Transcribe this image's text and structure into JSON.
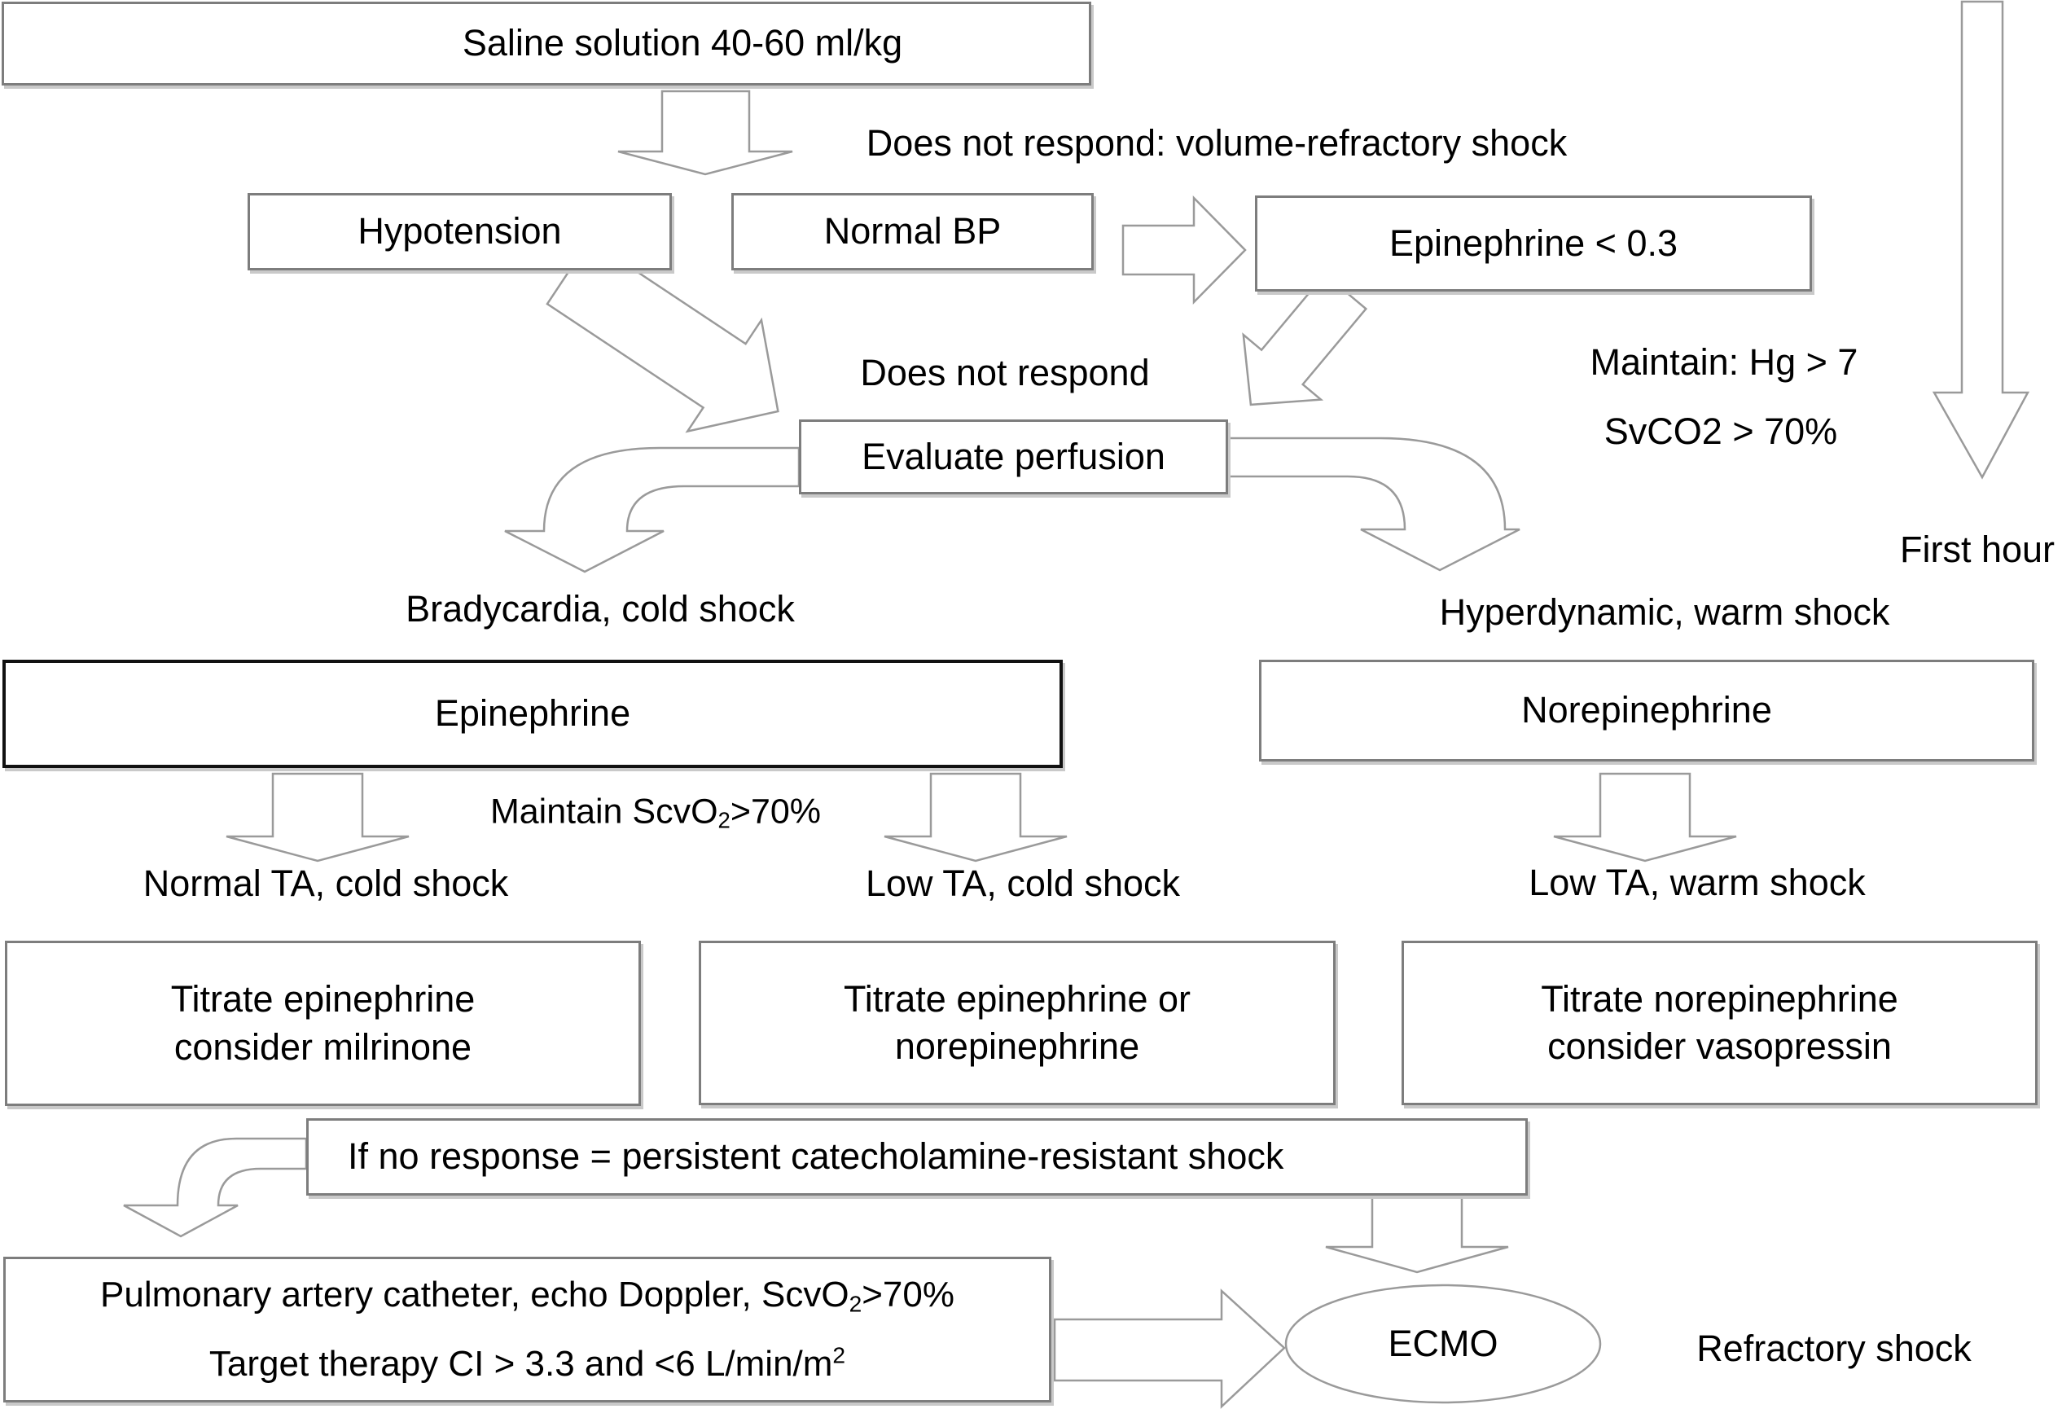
{
  "diagram": {
    "saline": "Saline solution 40-60 ml/kg",
    "volume_refractory": "Does not respond: volume-refractory shock",
    "hypotension": "Hypotension",
    "normal_bp": "Normal BP",
    "epinephrine_dose": "Epinephrine < 0.3",
    "maintain_line1": "Maintain: Hg > 7",
    "maintain_line2": "SvCO2 > 70%",
    "first_hour": "First hour",
    "does_not_respond": "Does not respond",
    "evaluate_perfusion": "Evaluate perfusion",
    "bradycardia": "Bradycardia, cold shock",
    "hyperdynamic": "Hyperdynamic, warm shock",
    "epinephrine": "Epinephrine",
    "norepinephrine": "Norepinephrine",
    "maintain_scvo2": {
      "pre": "Maintain ScvO",
      "sub": "2",
      "post": ">70%"
    },
    "normal_ta": "Normal TA, cold shock",
    "low_ta_cold": "Low TA, cold shock",
    "low_ta_warm": "Low TA, warm shock",
    "titrate_epi": {
      "line1": "Titrate epinephrine",
      "line2": "consider milrinone"
    },
    "titrate_epi_or_nor": {
      "line1": "Titrate epinephrine or",
      "line2": "norepinephrine"
    },
    "titrate_nor": {
      "line1": "Titrate norepinephrine",
      "line2": "consider vasopressin"
    },
    "no_response": "If no response = persistent catecholamine-resistant shock",
    "pulmonary": {
      "l1_pre": "Pulmonary artery catheter, echo Doppler, ScvO",
      "l1_sub": "2",
      "l1_post": ">70%",
      "l2_pre": "Target therapy CI > 3.3 and <6 L/min/m",
      "l2_sup": "2"
    },
    "ecmo": "ECMO",
    "refractory": "Refractory shock"
  },
  "colors": {
    "border_gray": "#7d7d7d",
    "border_black": "#111111",
    "arrow_stroke": "#9a9a9a",
    "text": "#000000",
    "background": "#ffffff"
  }
}
